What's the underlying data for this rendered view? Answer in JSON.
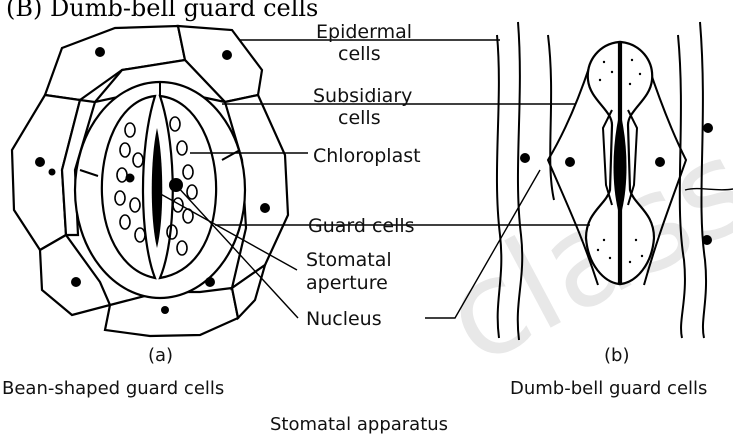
{
  "header": "(B) Dumb-bell guard cells",
  "labels": {
    "epidermal_line1": "Epidermal",
    "epidermal_line2": "cells",
    "subsidiary_line1": "Subsidiary",
    "subsidiary_line2": "cells",
    "chloroplast": "Chloroplast",
    "guard_cells": "Guard cells",
    "stomatal_line1": "Stomatal",
    "stomatal_line2": "aperture",
    "nucleus": "Nucleus"
  },
  "captions": {
    "a_marker": "(a)",
    "a_title": "Bean-shaped guard cells",
    "b_marker": "(b)",
    "b_title": "Dumb-bell guard cells",
    "overall": "Stomatal apparatus"
  },
  "watermark": "classes"
}
